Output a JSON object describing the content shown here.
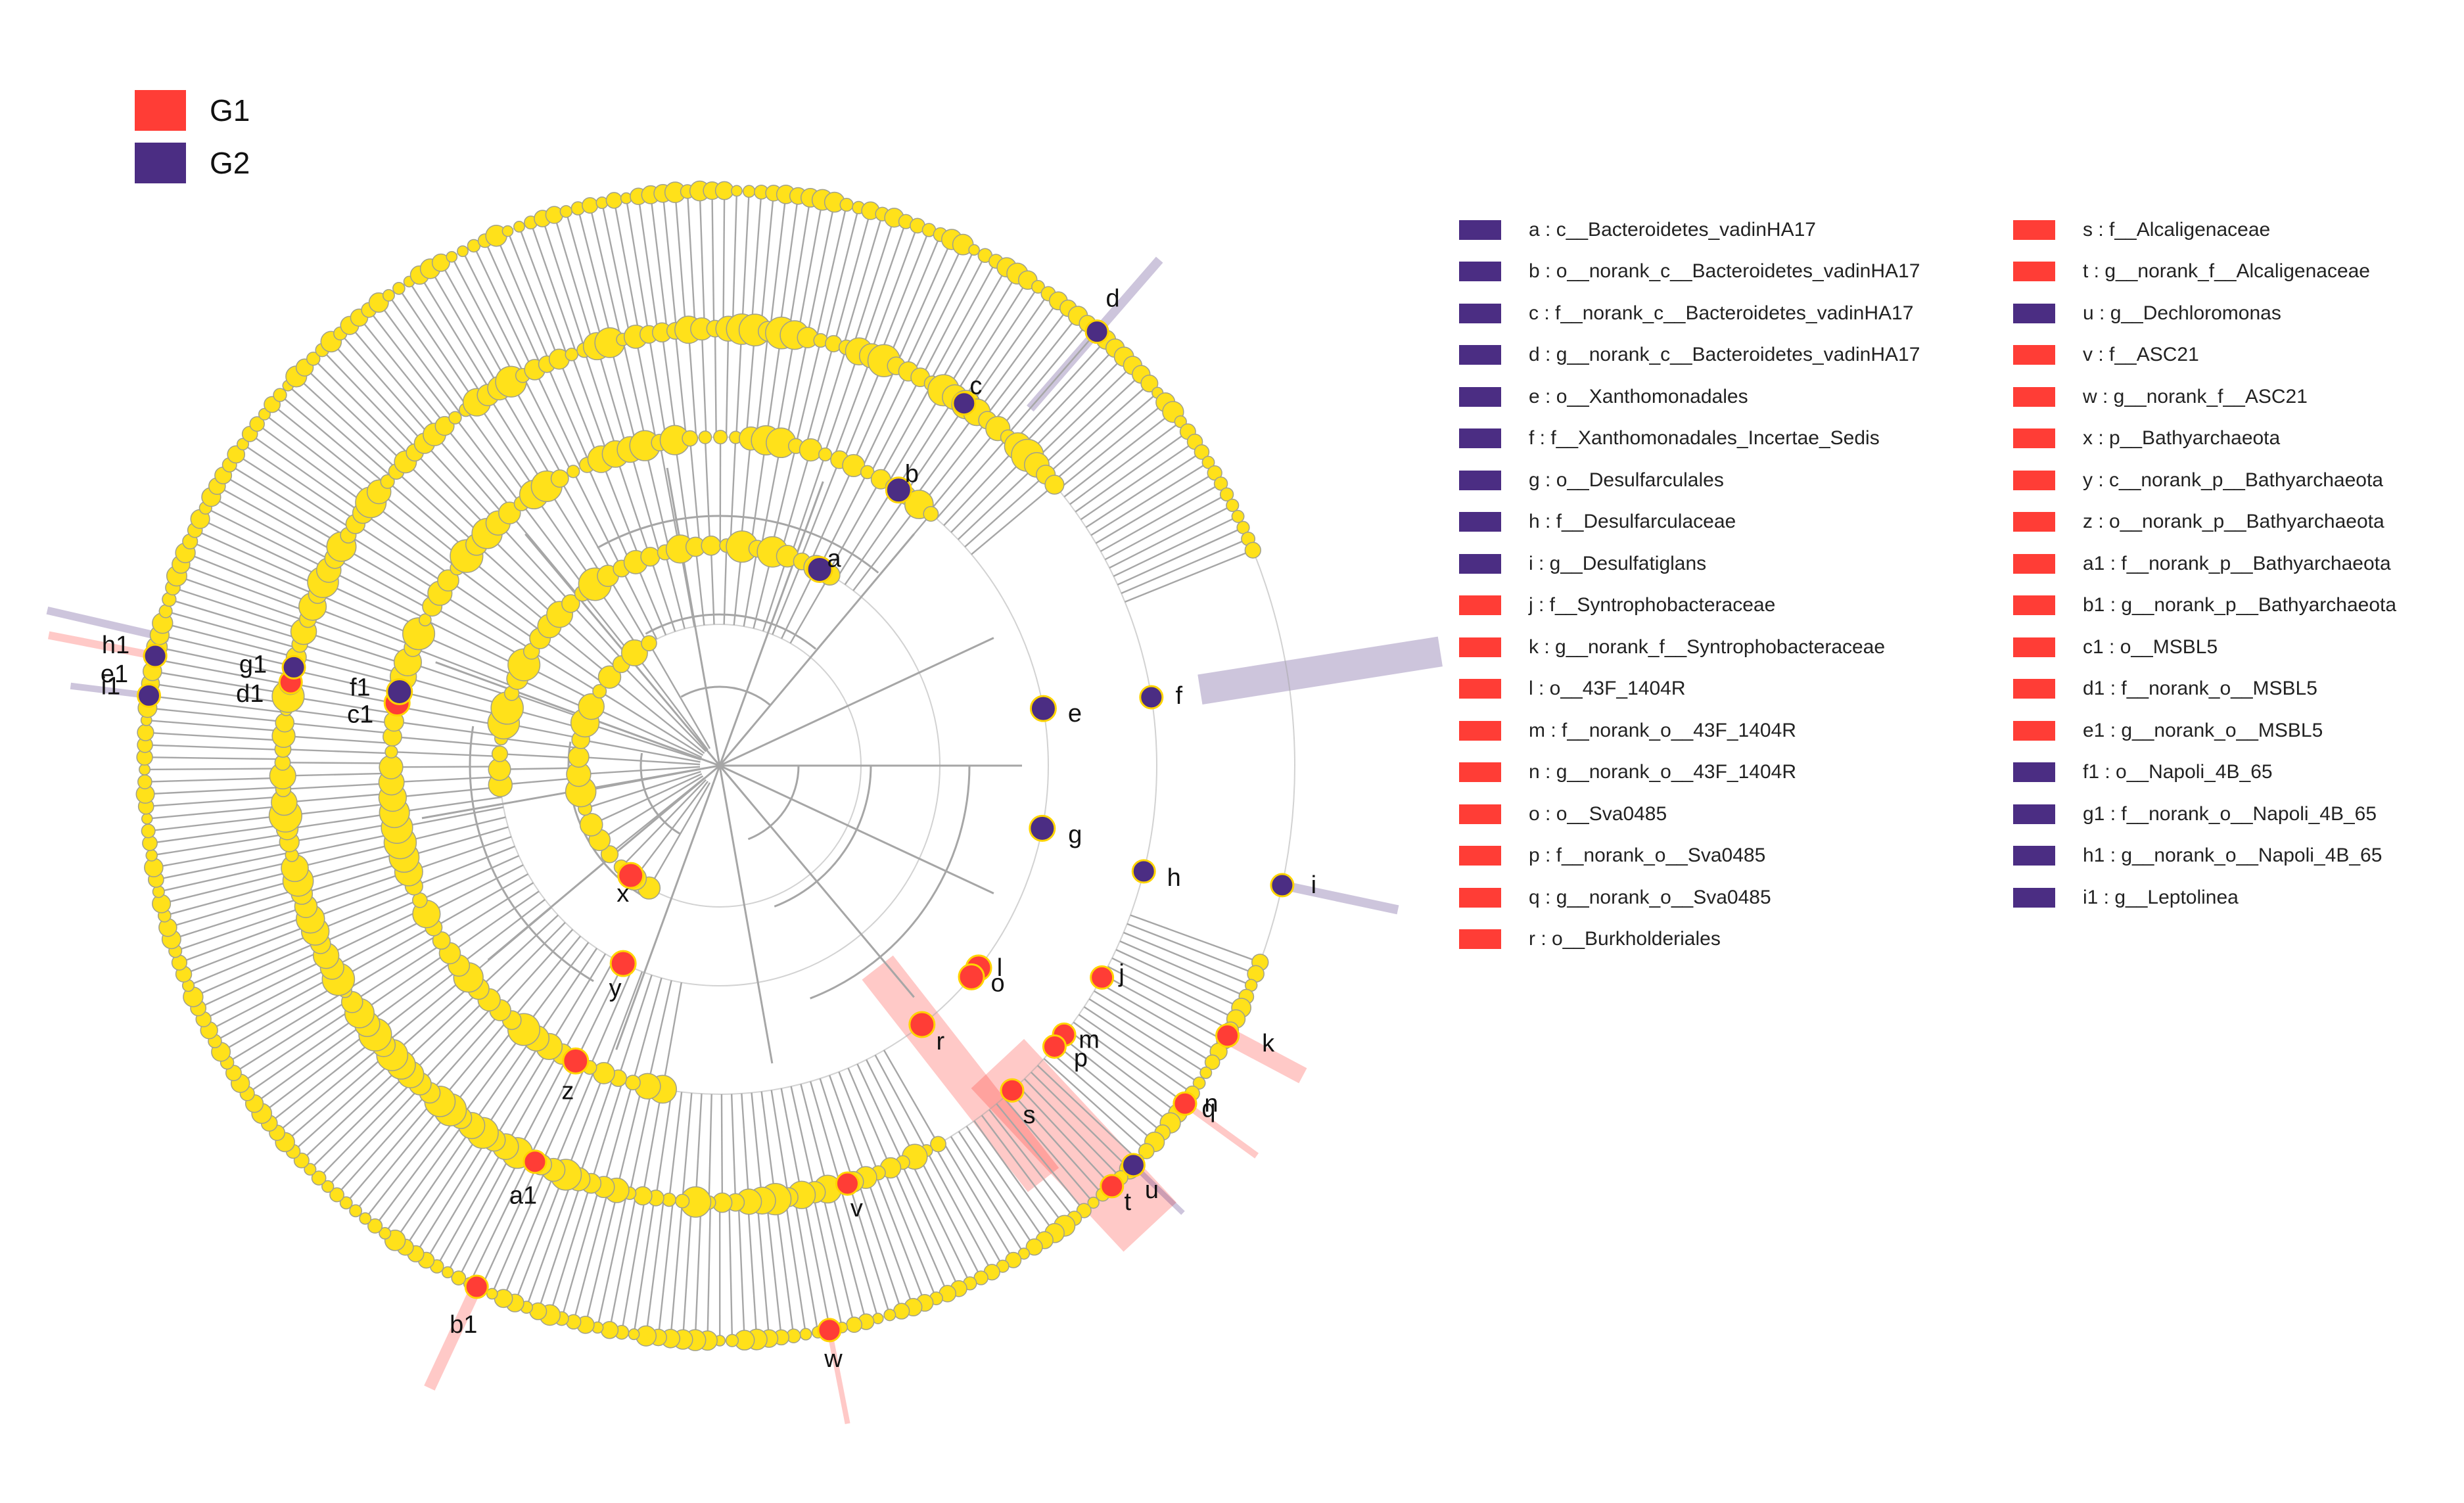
{
  "groups": [
    {
      "name": "G1",
      "color": "#ff3d36"
    },
    {
      "name": "G2",
      "color": "#4b2d83"
    }
  ],
  "taxa_legend_col1": [
    {
      "id": "a",
      "label": "a : c__Bacteroidetes_vadinHA17",
      "group": "G2"
    },
    {
      "id": "b",
      "label": "b : o__norank_c__Bacteroidetes_vadinHA17",
      "group": "G2"
    },
    {
      "id": "c",
      "label": "c : f__norank_c__Bacteroidetes_vadinHA17",
      "group": "G2"
    },
    {
      "id": "d",
      "label": "d : g__norank_c__Bacteroidetes_vadinHA17",
      "group": "G2"
    },
    {
      "id": "e",
      "label": "e : o__Xanthomonadales",
      "group": "G2"
    },
    {
      "id": "f",
      "label": "f : f__Xanthomonadales_Incertae_Sedis",
      "group": "G2"
    },
    {
      "id": "g",
      "label": "g : o__Desulfarculales",
      "group": "G2"
    },
    {
      "id": "h",
      "label": "h : f__Desulfarculaceae",
      "group": "G2"
    },
    {
      "id": "i",
      "label": "i : g__Desulfatiglans",
      "group": "G2"
    },
    {
      "id": "j",
      "label": "j : f__Syntrophobacteraceae",
      "group": "G1"
    },
    {
      "id": "k",
      "label": "k : g__norank_f__Syntrophobacteraceae",
      "group": "G1"
    },
    {
      "id": "l",
      "label": "l : o__43F_1404R",
      "group": "G1"
    },
    {
      "id": "m",
      "label": "m : f__norank_o__43F_1404R",
      "group": "G1"
    },
    {
      "id": "n",
      "label": "n : g__norank_o__43F_1404R",
      "group": "G1"
    },
    {
      "id": "o",
      "label": "o : o__Sva0485",
      "group": "G1"
    },
    {
      "id": "p",
      "label": "p : f__norank_o__Sva0485",
      "group": "G1"
    },
    {
      "id": "q",
      "label": "q : g__norank_o__Sva0485",
      "group": "G1"
    },
    {
      "id": "r",
      "label": "r : o__Burkholderiales",
      "group": "G1"
    }
  ],
  "taxa_legend_col2": [
    {
      "id": "s",
      "label": "s : f__Alcaligenaceae",
      "group": "G1"
    },
    {
      "id": "t",
      "label": "t : g__norank_f__Alcaligenaceae",
      "group": "G1"
    },
    {
      "id": "u",
      "label": "u : g__Dechloromonas",
      "group": "G2"
    },
    {
      "id": "v",
      "label": "v : f__ASC21",
      "group": "G1"
    },
    {
      "id": "w",
      "label": "w : g__norank_f__ASC21",
      "group": "G1"
    },
    {
      "id": "x",
      "label": "x : p__Bathyarchaeota",
      "group": "G1"
    },
    {
      "id": "y",
      "label": "y : c__norank_p__Bathyarchaeota",
      "group": "G1"
    },
    {
      "id": "z",
      "label": "z : o__norank_p__Bathyarchaeota",
      "group": "G1"
    },
    {
      "id": "a1",
      "label": "a1 : f__norank_p__Bathyarchaeota",
      "group": "G1"
    },
    {
      "id": "b1",
      "label": "b1 : g__norank_p__Bathyarchaeota",
      "group": "G1"
    },
    {
      "id": "c1",
      "label": "c1 : o__MSBL5",
      "group": "G1"
    },
    {
      "id": "d1",
      "label": "d1 : f__norank_o__MSBL5",
      "group": "G1"
    },
    {
      "id": "e1",
      "label": "e1 : g__norank_o__MSBL5",
      "group": "G1"
    },
    {
      "id": "f1",
      "label": "f1 : o__Napoli_4B_65",
      "group": "G2"
    },
    {
      "id": "g1",
      "label": "g1 : f__norank_o__Napoli_4B_65",
      "group": "G2"
    },
    {
      "id": "h1",
      "label": "h1 : g__norank_o__Napoli_4B_65",
      "group": "G2"
    },
    {
      "id": "i1",
      "label": "i1 : g__Leptolinea",
      "group": "G2"
    }
  ],
  "colors": {
    "node": "#ffe11a",
    "node_stroke": "#a0a08c",
    "branch": "#a6a6a6"
  },
  "cladogram_markers": [
    {
      "id": "a",
      "group": "G2",
      "level": 2
    },
    {
      "id": "b",
      "group": "G2",
      "level": 3
    },
    {
      "id": "c",
      "group": "G2",
      "level": 4
    },
    {
      "id": "d",
      "group": "G2",
      "level": 5
    },
    {
      "id": "e",
      "group": "G2",
      "level": 3
    },
    {
      "id": "f",
      "group": "G2",
      "level": 4
    },
    {
      "id": "g",
      "group": "G2",
      "level": 3
    },
    {
      "id": "h",
      "group": "G2",
      "level": 4
    },
    {
      "id": "i",
      "group": "G2",
      "level": 5
    },
    {
      "id": "j",
      "group": "G1",
      "level": 4
    },
    {
      "id": "k",
      "group": "G1",
      "level": 5
    },
    {
      "id": "l",
      "group": "G1",
      "level": 3
    },
    {
      "id": "m",
      "group": "G1",
      "level": 4
    },
    {
      "id": "n",
      "group": "G1",
      "level": 5
    },
    {
      "id": "o",
      "group": "G1",
      "level": 3
    },
    {
      "id": "p",
      "group": "G1",
      "level": 4
    },
    {
      "id": "q",
      "group": "G1",
      "level": 5
    },
    {
      "id": "r",
      "group": "G1",
      "level": 3
    },
    {
      "id": "s",
      "group": "G1",
      "level": 4
    },
    {
      "id": "t",
      "group": "G1",
      "level": 5
    },
    {
      "id": "u",
      "group": "G2",
      "level": 5
    },
    {
      "id": "v",
      "group": "G1",
      "level": 4
    },
    {
      "id": "w",
      "group": "G1",
      "level": 5
    },
    {
      "id": "x",
      "group": "G1",
      "level": 1
    },
    {
      "id": "y",
      "group": "G1",
      "level": 2
    },
    {
      "id": "z",
      "group": "G1",
      "level": 3
    },
    {
      "id": "a1",
      "group": "G1",
      "level": 4
    },
    {
      "id": "b1",
      "group": "G1",
      "level": 5
    },
    {
      "id": "c1",
      "group": "G1",
      "level": 3
    },
    {
      "id": "d1",
      "group": "G1",
      "level": 4
    },
    {
      "id": "e1",
      "group": "G1",
      "level": 5
    },
    {
      "id": "f1",
      "group": "G2",
      "level": 3
    },
    {
      "id": "g1",
      "group": "G2",
      "level": 4
    },
    {
      "id": "h1",
      "group": "G2",
      "level": 5
    },
    {
      "id": "i1",
      "group": "G2",
      "level": 5
    }
  ]
}
